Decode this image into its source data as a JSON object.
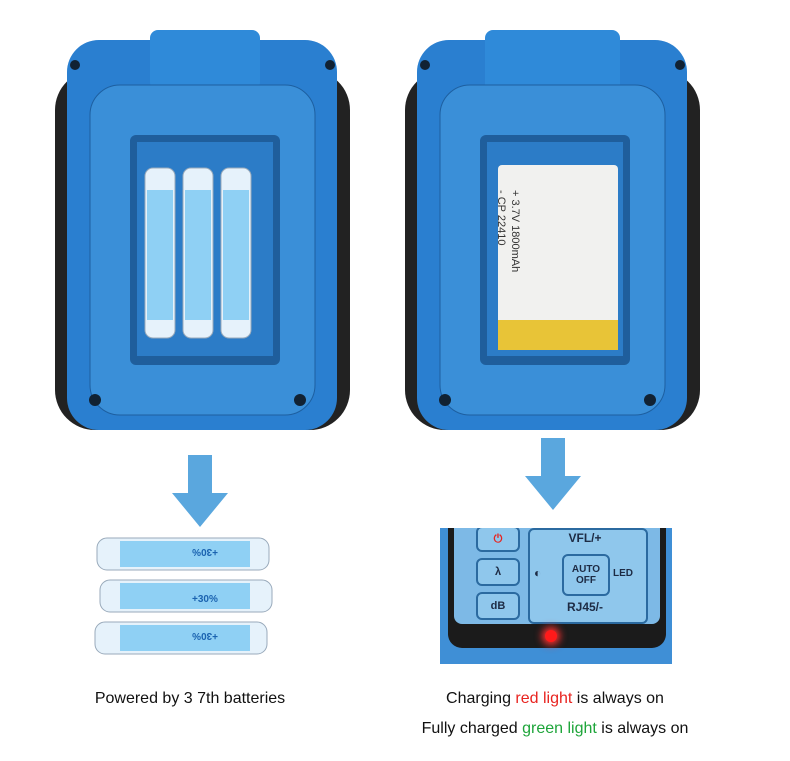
{
  "left_panel": {
    "caption": "Powered by 3 7th batteries",
    "battery_print": "+30%"
  },
  "right_panel": {
    "caption_line1": {
      "before": "Charging ",
      "highlight": "red light",
      "after": " is always on"
    },
    "caption_line2": {
      "before": "Fully charged ",
      "highlight": "green light",
      "after": " is always on"
    },
    "lipo_print": [
      "+ 3.7V 1800mAh",
      "- CP 22410"
    ],
    "keypad": {
      "vfl": "VFL/+",
      "auto_off": "AUTO OFF",
      "led": "LED",
      "rj45": "RJ45/-",
      "lambda": "λ",
      "db": "dB"
    }
  },
  "colors": {
    "device_blue": "#2a7fd0",
    "arrow": "#5aa7de",
    "red_light": "#e8231f",
    "green_light": "#1ea53a"
  }
}
